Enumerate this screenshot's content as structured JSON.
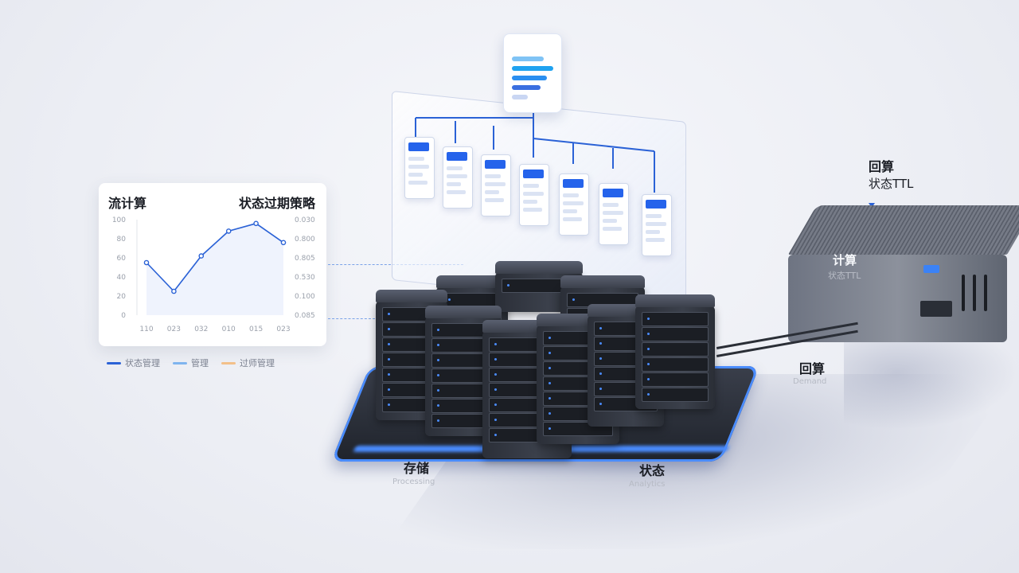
{
  "chart_card": {
    "title_left": "流计算",
    "title_right": "状态过期策略",
    "legend": [
      {
        "label": "状态管理",
        "color": "#2b62d6"
      },
      {
        "label": "管理",
        "color": "#7fb4ee"
      },
      {
        "label": "过师管理",
        "color": "#f3c08a"
      }
    ]
  },
  "chart_data": {
    "type": "line",
    "x": [
      "110",
      "023",
      "032",
      "010",
      "015",
      "023"
    ],
    "y_left_ticks": [
      "100",
      "80",
      "60",
      "40",
      "20",
      "0"
    ],
    "y_right_ticks": [
      "0.030",
      "0.800",
      "0.805",
      "0.530",
      "0.100",
      "0.085"
    ],
    "series": [
      {
        "name": "状态管理",
        "values": [
          55,
          25,
          62,
          88,
          96,
          76
        ]
      }
    ],
    "ylim": [
      0,
      100
    ]
  },
  "labels": {
    "storage": "存储",
    "storage_sub": "Processing",
    "state": "状态",
    "state_sub": "Analytics",
    "recompute_top": "回算",
    "state_ttl": "状态TTL",
    "compute_box": "计算",
    "compute_box_sub": "状态TTL",
    "recompute_bottom": "回算",
    "recompute_bottom_sub": "Demand"
  },
  "colors": {
    "accent": "#2563eb",
    "glow": "#4a8cff"
  }
}
